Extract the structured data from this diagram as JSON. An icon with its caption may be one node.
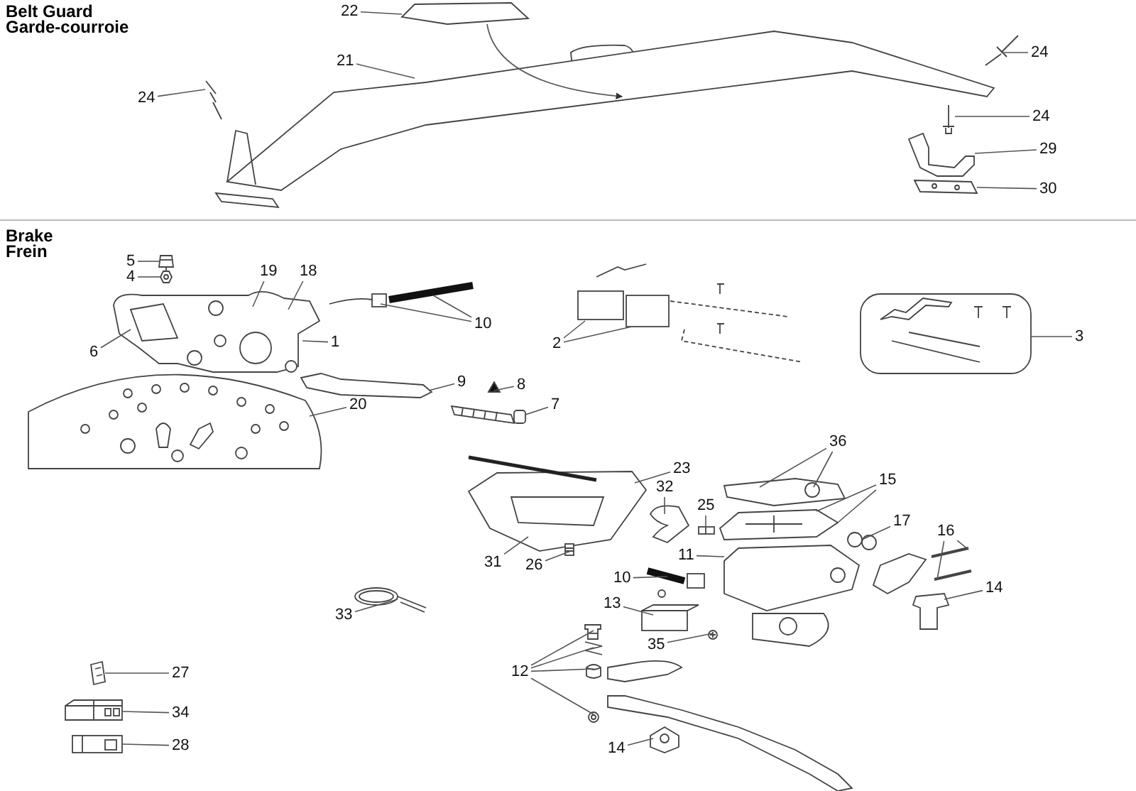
{
  "diagram": {
    "nodes": [
      {
        "text": [
          "22"
        ]
      },
      {
        "text": [
          "21"
        ]
      },
      {
        "text": [
          "24"
        ]
      },
      {
        "text": [
          "24"
        ]
      },
      {
        "text": [
          "24"
        ]
      },
      {
        "text": [
          "29"
        ]
      },
      {
        "text": [
          "30"
        ]
      },
      {
        "text": [
          "5"
        ]
      },
      {
        "text": [
          "4"
        ]
      },
      {
        "text": [
          "19"
        ]
      },
      {
        "text": [
          "18"
        ]
      },
      {
        "text": [
          "10"
        ]
      },
      {
        "text": [
          "6"
        ]
      },
      {
        "text": [
          "1"
        ]
      },
      {
        "text": [
          "9"
        ]
      },
      {
        "text": [
          "8"
        ]
      },
      {
        "text": [
          "7"
        ]
      },
      {
        "text": [
          "20"
        ]
      },
      {
        "text": [
          "2"
        ]
      },
      {
        "text": [
          "3"
        ]
      },
      {
        "text": [
          "36"
        ]
      },
      {
        "text": [
          "23"
        ]
      },
      {
        "text": [
          "15"
        ]
      },
      {
        "text": [
          "32"
        ]
      },
      {
        "text": [
          "25"
        ]
      },
      {
        "text": [
          "17"
        ]
      },
      {
        "text": [
          "16"
        ]
      },
      {
        "text": [
          "31"
        ]
      },
      {
        "text": [
          "26"
        ]
      },
      {
        "text": [
          "11"
        ]
      },
      {
        "text": [
          "10"
        ]
      },
      {
        "text": [
          "14"
        ]
      },
      {
        "text": [
          "33"
        ]
      },
      {
        "text": [
          "13"
        ]
      },
      {
        "text": [
          "35"
        ]
      },
      {
        "text": [
          "12"
        ]
      },
      {
        "text": [
          "27"
        ]
      },
      {
        "text": [
          "14"
        ]
      },
      {
        "text": [
          "34"
        ]
      },
      {
        "text": [
          "28"
        ]
      },
      {
        "text": [],
        "shape": "picture"
      },
      {
        "text": [],
        "shape": "picture"
      },
      {
        "text": [],
        "shape": "picture"
      },
      {
        "text": [],
        "shape": "picture"
      },
      {
        "text": [],
        "shape": "picture"
      },
      {
        "text": [],
        "shape": "picture"
      },
      {
        "text": [],
        "shape": "picture"
      },
      {
        "text": [],
        "shape": "picture"
      },
      {
        "text": [],
        "shape": "picture"
      },
      {
        "text": [],
        "shape": "picture"
      },
      {
        "text": [],
        "shape": "picture"
      },
      {
        "text": [],
        "shape": "picture"
      },
      {
        "text": [],
        "shape": "picture"
      },
      {
        "text": [],
        "shape": "picture"
      },
      {
        "text": [],
        "shape": "picture"
      },
      {
        "text": [],
        "shape": "picture"
      },
      {
        "text": [],
        "shape": "picture"
      },
      {
        "text": [],
        "shape": "picture"
      },
      {
        "text": [],
        "shape": "picture"
      },
      {
        "text": [],
        "shape": "picture"
      },
      {
        "text": [],
        "shape": "picture"
      },
      {
        "text": [],
        "shape": "picture"
      },
      {
        "text": [],
        "shape": "picture"
      },
      {
        "text": [],
        "shape": "picture"
      },
      {
        "text": [],
        "shape": "picture"
      },
      {
        "text": [],
        "shape": "picture"
      },
      {
        "text": [],
        "shape": "picture"
      },
      {
        "text": [],
        "shape": "picture"
      },
      {
        "text": [],
        "shape": "picture"
      },
      {
        "text": [],
        "shape": "picture"
      },
      {
        "text": [],
        "shape": "picture"
      },
      {
        "text": [],
        "shape": "picture"
      },
      {
        "text": [],
        "shape": "picture"
      },
      {
        "text": [],
        "shape": "picture"
      },
      {
        "text": [],
        "shape": "picture"
      },
      {
        "text": [],
        "shape": "picture"
      },
      {
        "text": [],
        "shape": "picture"
      },
      {
        "text": [],
        "shape": "picture"
      },
      {
        "text": [],
        "shape": "picture"
      }
    ],
    "edges": [
      {
        "from": 0,
        "to": 40,
        "arrow": "none"
      },
      {
        "from": 1,
        "to": 41,
        "arrow": "none"
      },
      {
        "from": 2,
        "to": 42,
        "arrow": "none"
      },
      {
        "from": 3,
        "to": 43,
        "arrow": "none"
      },
      {
        "from": 4,
        "to": 44,
        "arrow": "none"
      },
      {
        "from": 5,
        "to": 45,
        "arrow": "none"
      },
      {
        "from": 6,
        "to": 46,
        "arrow": "none"
      },
      {
        "from": 7,
        "to": 47,
        "arrow": "none"
      },
      {
        "from": 8,
        "to": 48,
        "arrow": "none"
      },
      {
        "from": 9,
        "to": 49,
        "arrow": "none"
      },
      {
        "from": 10,
        "to": 49,
        "arrow": "none"
      },
      {
        "from": 11,
        "to": 50,
        "arrow": "none"
      },
      {
        "from": 11,
        "to": 50,
        "arrow": "none"
      },
      {
        "from": 12,
        "to": 49,
        "arrow": "none"
      },
      {
        "from": 13,
        "to": 49,
        "arrow": "none"
      },
      {
        "from": 14,
        "to": 51,
        "arrow": "none"
      },
      {
        "from": 15,
        "to": 52,
        "arrow": "none"
      },
      {
        "from": 16,
        "to": 53,
        "arrow": "none"
      },
      {
        "from": 17,
        "to": 54,
        "arrow": "none"
      },
      {
        "from": 18,
        "to": 55,
        "arrow": "none"
      },
      {
        "from": 18,
        "to": 55,
        "arrow": "none"
      },
      {
        "from": 19,
        "to": 56,
        "arrow": "none"
      },
      {
        "from": 20,
        "to": 57,
        "arrow": "none"
      },
      {
        "from": 20,
        "to": 57,
        "arrow": "none"
      },
      {
        "from": 21,
        "to": 58,
        "arrow": "none"
      },
      {
        "from": 22,
        "to": 59,
        "arrow": "none"
      },
      {
        "from": 22,
        "to": 59,
        "arrow": "none"
      },
      {
        "from": 23,
        "to": 60,
        "arrow": "none"
      },
      {
        "from": 24,
        "to": 61,
        "arrow": "none"
      },
      {
        "from": 25,
        "to": 62,
        "arrow": "none"
      },
      {
        "from": 26,
        "to": 63,
        "arrow": "none"
      },
      {
        "from": 26,
        "to": 63,
        "arrow": "none"
      },
      {
        "from": 27,
        "to": 58,
        "arrow": "none"
      },
      {
        "from": 28,
        "to": 64,
        "arrow": "none"
      },
      {
        "from": 29,
        "to": 65,
        "arrow": "none"
      },
      {
        "from": 30,
        "to": 66,
        "arrow": "none"
      },
      {
        "from": 31,
        "to": 67,
        "arrow": "none"
      },
      {
        "from": 32,
        "to": 68,
        "arrow": "none"
      },
      {
        "from": 33,
        "to": 69,
        "arrow": "none"
      },
      {
        "from": 34,
        "to": 70,
        "arrow": "none"
      },
      {
        "from": 35,
        "to": 71,
        "arrow": "none"
      },
      {
        "from": 35,
        "to": 72,
        "arrow": "none"
      },
      {
        "from": 35,
        "to": 73,
        "arrow": "none"
      },
      {
        "from": 35,
        "to": 74,
        "arrow": "none"
      },
      {
        "from": 36,
        "to": 75,
        "arrow": "none"
      },
      {
        "from": 37,
        "to": 76,
        "arrow": "none"
      },
      {
        "from": 38,
        "to": 77,
        "arrow": "none"
      },
      {
        "from": 39,
        "to": 78,
        "arrow": "none"
      },
      {
        "from": 40,
        "to": 41,
        "arrow": "to"
      }
    ],
    "labels": [
      "Belt Guard",
      "Garde-courroie",
      "Brake",
      "Frein"
    ]
  }
}
